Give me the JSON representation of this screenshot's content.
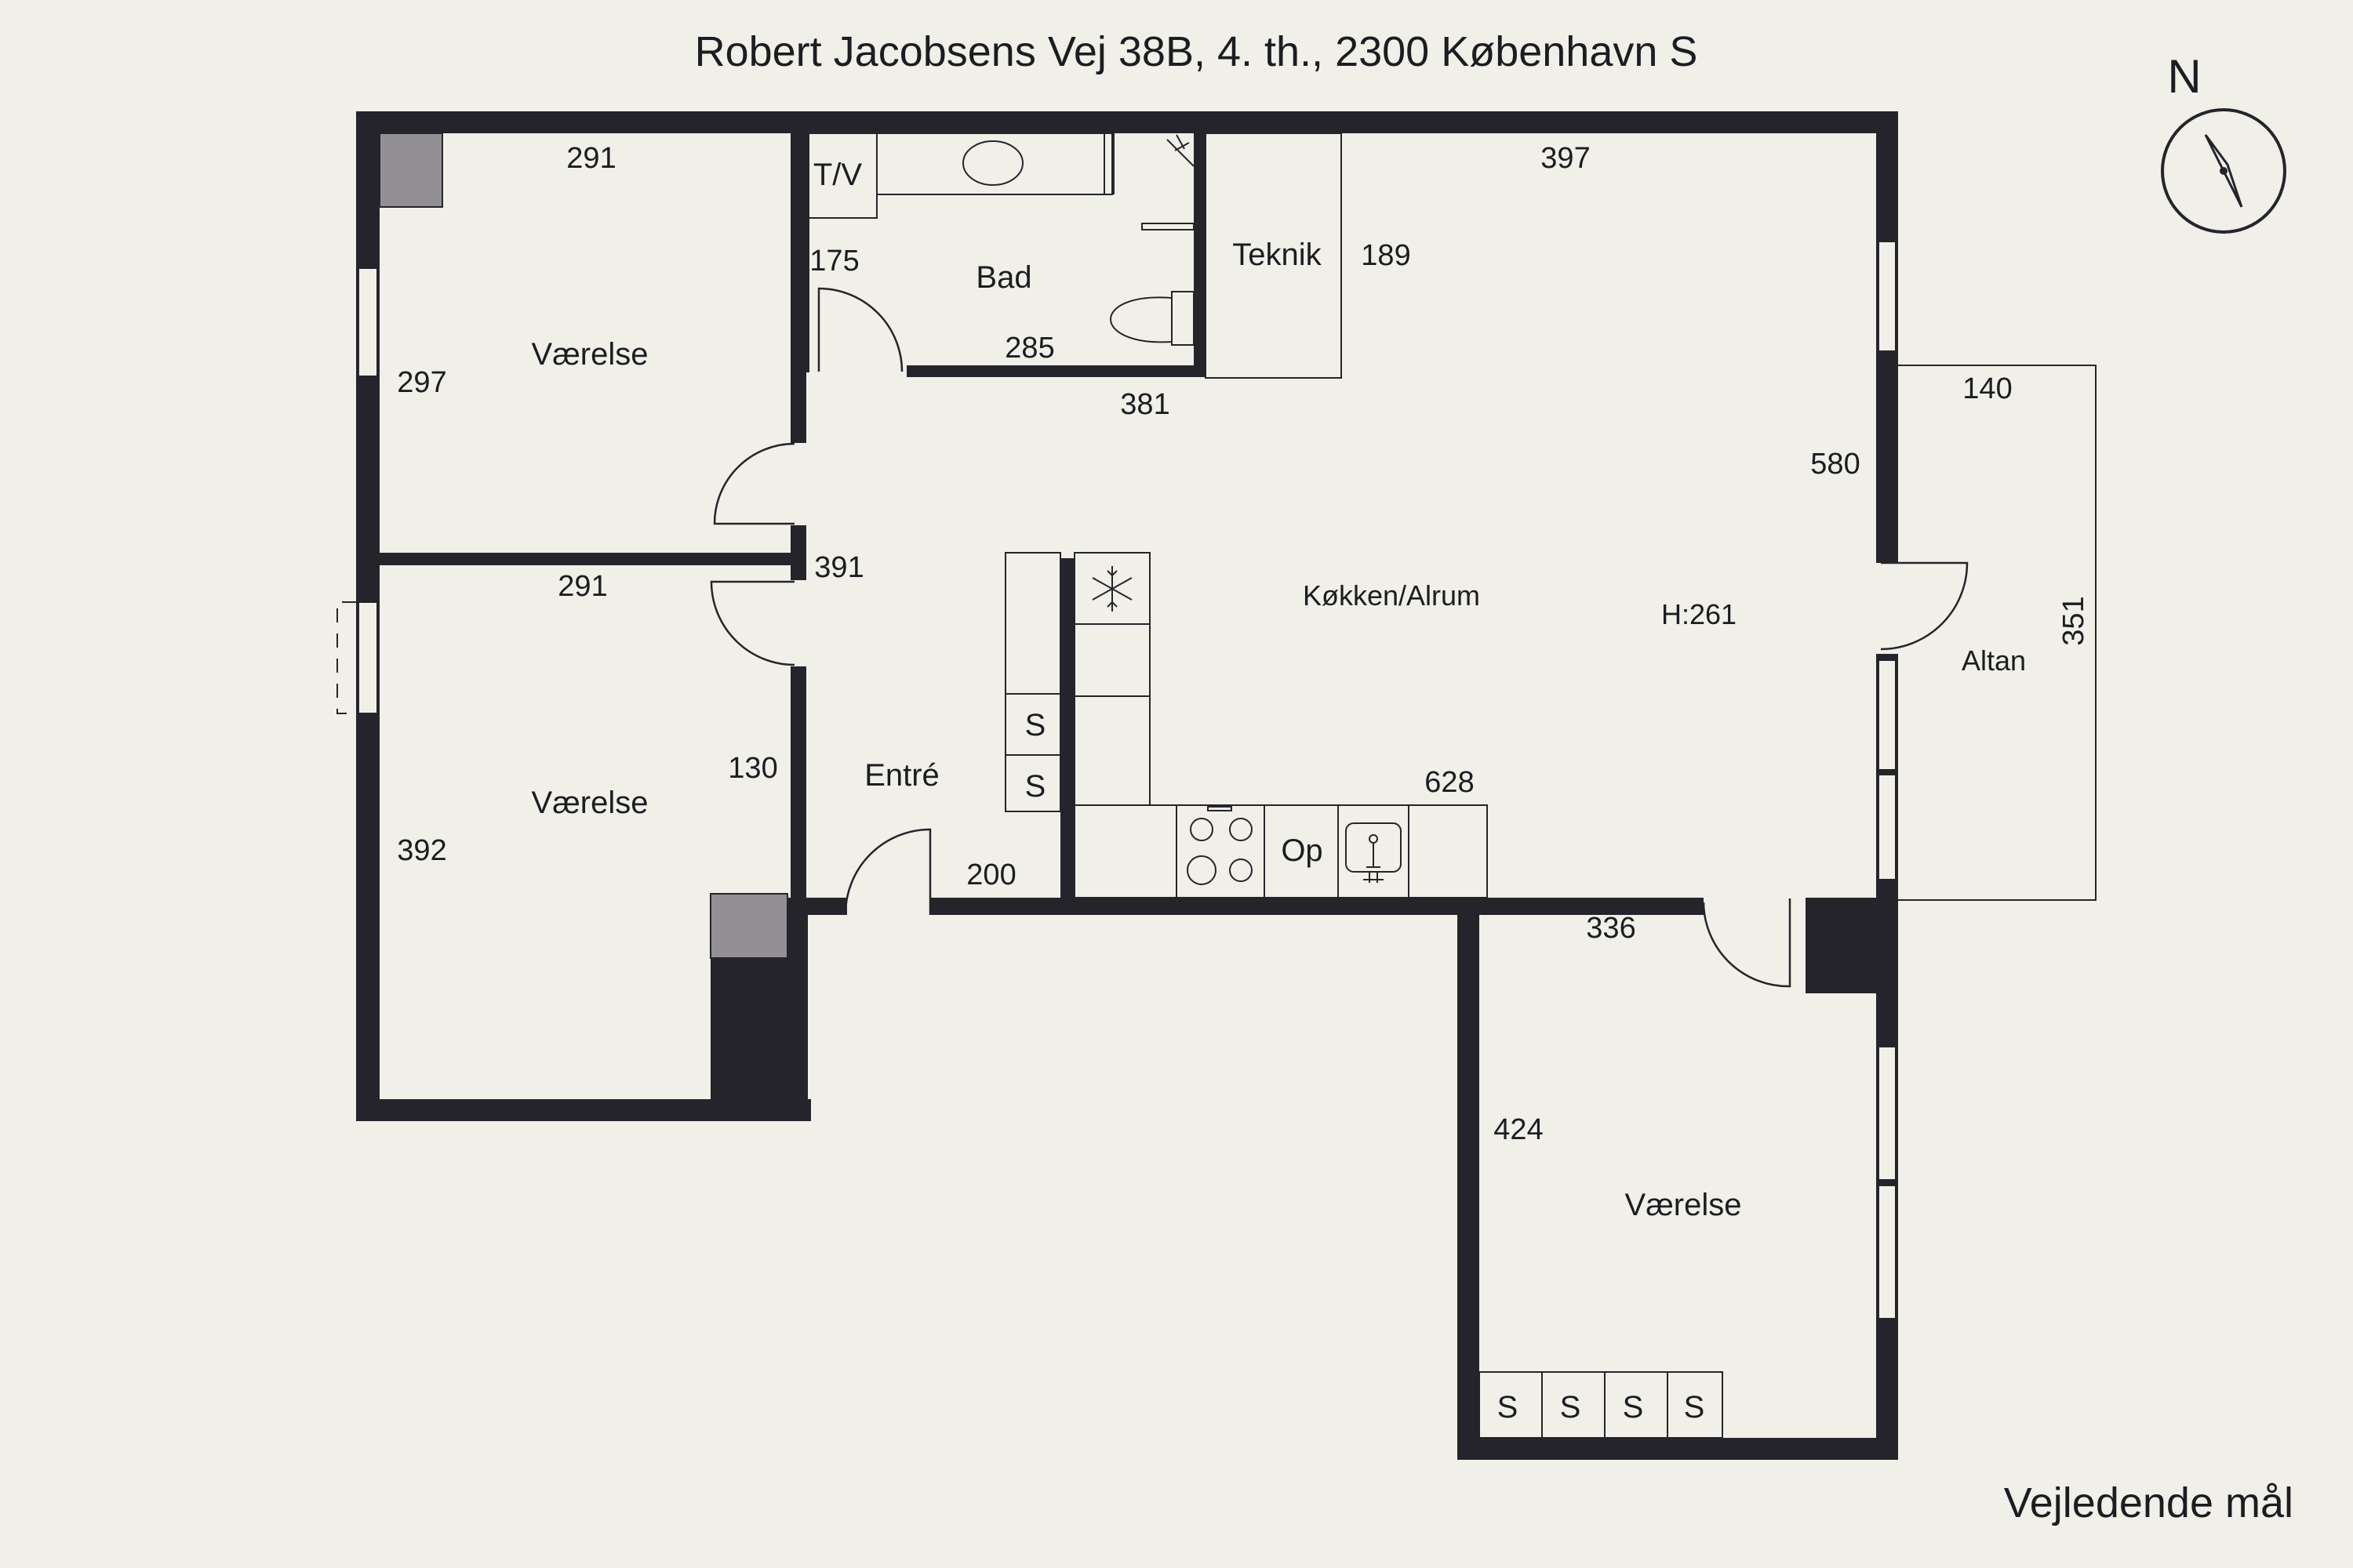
{
  "title": "Robert Jacobsens Vej 38B, 4. th., 2300 København S",
  "footer": "Vejledende mål",
  "compass_label": "N",
  "rooms": {
    "vaerelse_1": "Værelse",
    "vaerelse_2": "Værelse",
    "vaerelse_3": "Værelse",
    "bad": "Bad",
    "tv": "T/V",
    "teknik": "Teknik",
    "kokken": "Køkken/Alrum",
    "height": "H:261",
    "altan": "Altan",
    "entre": "Entré"
  },
  "fixtures": {
    "s1": "S",
    "s2": "S",
    "s3": "S",
    "s4": "S",
    "s5": "S",
    "s6": "S",
    "op": "Op"
  },
  "dimensions": {
    "d291a": "291",
    "d297": "297",
    "d291b": "291",
    "d392": "392",
    "d175": "175",
    "d285": "285",
    "d189": "189",
    "d381": "381",
    "d397": "397",
    "d140": "140",
    "d580": "580",
    "d351": "351",
    "d391": "391",
    "d130": "130",
    "d200": "200",
    "d628": "628",
    "d336": "336",
    "d424": "424"
  },
  "colors": {
    "background": "#f1f0e8",
    "wall": "#26242b",
    "column": "#929094"
  }
}
